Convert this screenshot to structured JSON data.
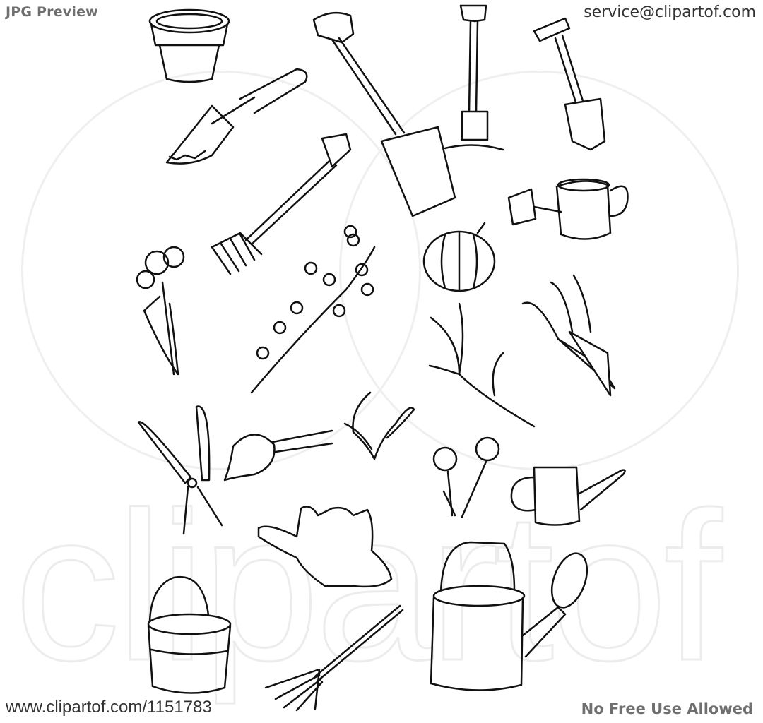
{
  "header": {
    "left_label": "JPG Preview",
    "right_label": "service@clipartof.com"
  },
  "footer": {
    "left_label": "www.clipartof.com/1151783",
    "right_label": "No Free Use Allowed"
  },
  "watermark": {
    "text": "clipartof"
  },
  "illustration": {
    "subject": "Black and white gardening items",
    "items": [
      {
        "name": "flower-pot-with-soil"
      },
      {
        "name": "hand-trowel-with-soil"
      },
      {
        "name": "garden-spade"
      },
      {
        "name": "shovel-in-dirt"
      },
      {
        "name": "small-shovel"
      },
      {
        "name": "garden-fork"
      },
      {
        "name": "watering-can-small"
      },
      {
        "name": "pumpkin"
      },
      {
        "name": "daffodil-flower"
      },
      {
        "name": "eucalyptus-branch"
      },
      {
        "name": "bare-twig"
      },
      {
        "name": "carrots"
      },
      {
        "name": "pruning-shears"
      },
      {
        "name": "beet"
      },
      {
        "name": "leaves"
      },
      {
        "name": "flowers"
      },
      {
        "name": "watering-can-pitcher"
      },
      {
        "name": "gardening-gloves"
      },
      {
        "name": "bucket"
      },
      {
        "name": "rake"
      },
      {
        "name": "watering-can-large"
      }
    ]
  },
  "colors": {
    "header_gray": "#6f6f6f",
    "text_dark": "#333333",
    "watermark": "#ececec",
    "line_art": "#111111"
  }
}
